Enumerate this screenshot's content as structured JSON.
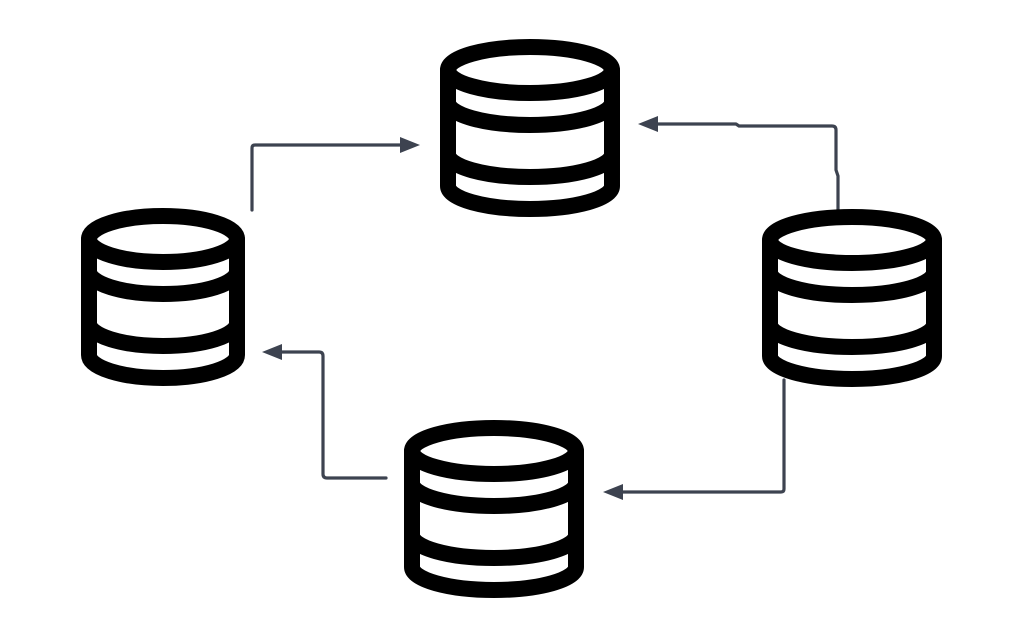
{
  "diagram": {
    "nodes": [
      {
        "id": "top",
        "icon": "database-icon"
      },
      {
        "id": "left",
        "icon": "database-icon"
      },
      {
        "id": "right",
        "icon": "database-icon"
      },
      {
        "id": "bottom",
        "icon": "database-icon"
      }
    ],
    "edges": [
      {
        "from": "left",
        "to": "top"
      },
      {
        "from": "right",
        "to": "top"
      },
      {
        "from": "right",
        "to": "bottom"
      },
      {
        "from": "bottom",
        "to": "left"
      }
    ],
    "colors": {
      "icon": "#000000",
      "connector": "#3d4350",
      "background": "#ffffff"
    }
  }
}
